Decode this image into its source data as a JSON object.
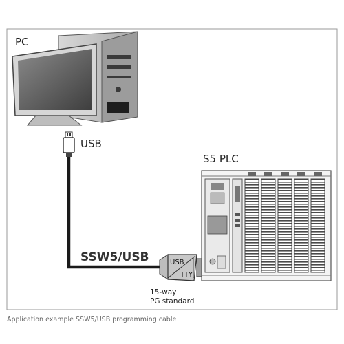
{
  "labels": {
    "pc": "PC",
    "usb": "USB",
    "plc": "S5 PLC",
    "cable": "SSW5/USB",
    "adapter_top": "USB",
    "adapter_bottom": "TTY",
    "connector_line1": "15-way",
    "connector_line2": "PG standard"
  },
  "caption": "Application example SSW5/USB programming cable"
}
